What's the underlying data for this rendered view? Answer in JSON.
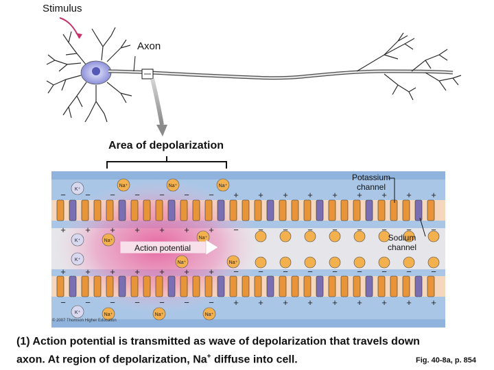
{
  "labels": {
    "stimulus": "Stimulus",
    "axon": "Axon",
    "area_of_depolarization": "Area of depolarization",
    "potassium_channel": "Potassium channel",
    "sodium_channel": "Sodium channel",
    "action_potential": "Action potential",
    "copyright": "© 2007 Thomson Higher Education"
  },
  "ions": {
    "k": "K⁺",
    "na": "Na⁺"
  },
  "caption": {
    "line1": "(1) Action potential is transmitted as wave of depolarization that travels down",
    "line2_pre": "axon. At region of depolarization, Na",
    "line2_sup": "+",
    "line2_post": " diffuse into cell."
  },
  "figure_ref": "Fig. 40-8a, p. 854",
  "colors": {
    "membrane_blue": "#a9c6e6",
    "cytoplasm": "#e6e6ea",
    "depolarization_pink": "#e85c98",
    "potassium_purple": "#7b6fb3",
    "sodium_orange": "#e8953a",
    "ball_orange": "#f2b04f"
  }
}
